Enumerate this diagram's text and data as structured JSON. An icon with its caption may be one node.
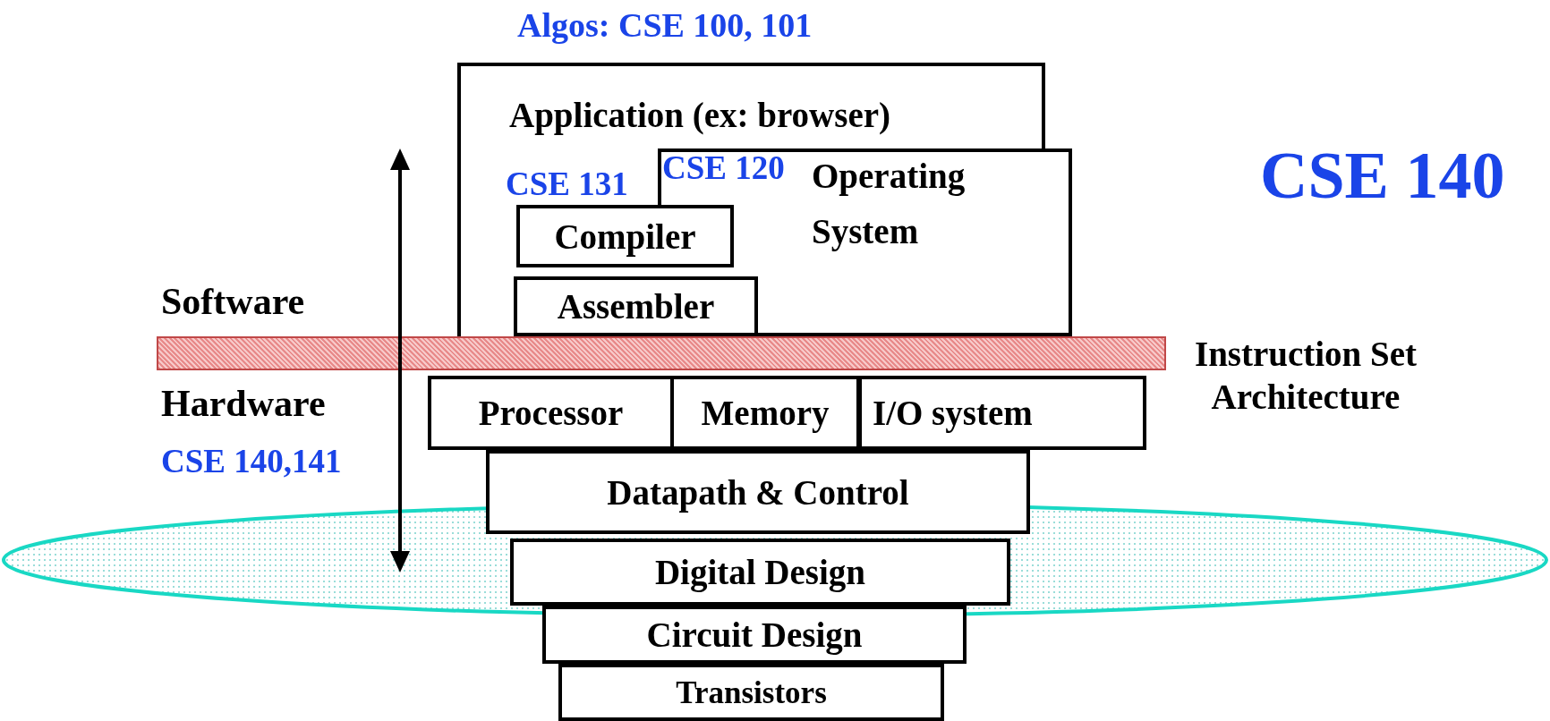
{
  "diagram": {
    "nodes": [
      {
        "text": [
          "Application (ex: browser)"
        ]
      },
      {
        "text": [
          "Operating System"
        ]
      },
      {
        "text": [
          "Compiler"
        ],
        "in": 0
      },
      {
        "text": [
          "Assembler"
        ],
        "in": 0
      },
      {
        "text": [],
        "shape": "bar",
        "beside": [
          "Instruction Set Architecture"
        ]
      },
      {
        "text": [
          "Processor"
        ]
      },
      {
        "text": [
          "Memory"
        ]
      },
      {
        "text": [
          "I/O system"
        ]
      },
      {
        "text": [
          "Datapath & Control"
        ]
      },
      {
        "text": [
          "Digital Design"
        ]
      },
      {
        "text": [
          "Circuit Design"
        ]
      },
      {
        "text": [
          "Transistors"
        ]
      }
    ],
    "edges": [],
    "labels": [
      "Algos: CSE 100, 101",
      "CSE 131",
      "CSE 120",
      "CSE 140",
      "Software",
      "Hardware",
      "CSE 140,141"
    ]
  }
}
